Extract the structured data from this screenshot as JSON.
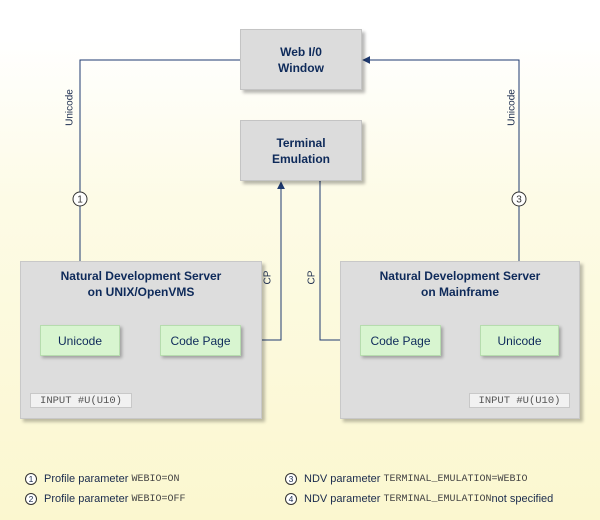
{
  "boxes": {
    "webio": [
      "Web I/0",
      "Window"
    ],
    "terminal": [
      "Terminal",
      "Emulation"
    ]
  },
  "left_server": {
    "title": [
      "Natural Development Server",
      "on UNIX/OpenVMS"
    ],
    "unicode_label": "Unicode",
    "codepage_label": "Code Page",
    "input_label": "INPUT #U(U10)"
  },
  "right_server": {
    "title": [
      "Natural Development Server",
      "on Mainframe"
    ],
    "unicode_label": "Unicode",
    "codepage_label": "Code Page",
    "input_label": "INPUT #U(U10)"
  },
  "line_labels": {
    "unicode_left": "Unicode",
    "unicode_right": "Unicode",
    "cp_left": "CP",
    "cp_right": "CP"
  },
  "markers": {
    "m1": "1",
    "m2": "2",
    "m3": "3",
    "m4": "4"
  },
  "legend": [
    {
      "num": "1",
      "text": "Profile parameter ",
      "code": "WEBIO=ON",
      "suffix": ""
    },
    {
      "num": "2",
      "text": "Profile parameter ",
      "code": "WEBIO=OFF",
      "suffix": ""
    },
    {
      "num": "3",
      "text": "NDV parameter ",
      "code": "TERMINAL_EMULATION=WEBIO",
      "suffix": ""
    },
    {
      "num": "4",
      "text": "NDV parameter ",
      "code": "TERMINAL_EMULATION",
      "suffix": " not specified"
    }
  ],
  "colors": {
    "line": "#1f3a70",
    "box_gray": "#dcdcdc",
    "box_green": "#d8f5d0",
    "title_text": "#0e2a5a"
  }
}
